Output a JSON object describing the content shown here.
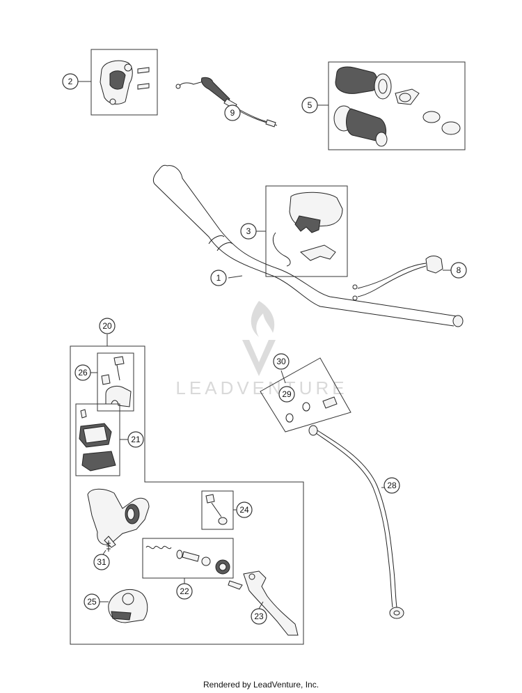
{
  "watermark": {
    "text": "LEADVENTURE"
  },
  "footer": {
    "text": "Rendered by LeadVenture, Inc."
  },
  "callouts": [
    {
      "label": "1"
    },
    {
      "label": "2"
    },
    {
      "label": "3"
    },
    {
      "label": "5"
    },
    {
      "label": "8"
    },
    {
      "label": "9"
    },
    {
      "label": "20"
    },
    {
      "label": "21"
    },
    {
      "label": "22"
    },
    {
      "label": "23"
    },
    {
      "label": "24"
    },
    {
      "label": "25"
    },
    {
      "label": "26"
    },
    {
      "label": "28"
    },
    {
      "label": "29"
    },
    {
      "label": "30"
    },
    {
      "label": "31"
    }
  ]
}
